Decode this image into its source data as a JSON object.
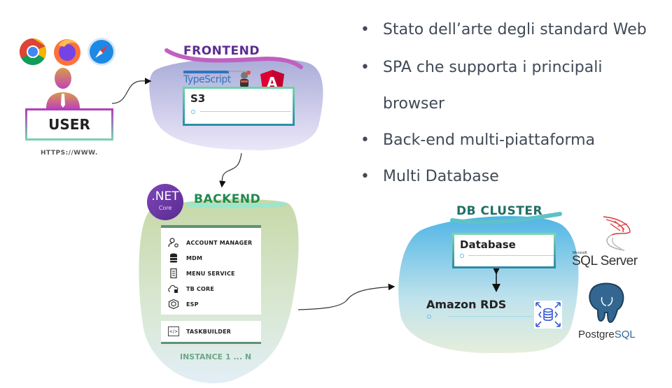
{
  "bullets": [
    {
      "text": "Stato dell’arte degli standard Web"
    },
    {
      "text": "SPA che supporta i principali"
    },
    {
      "text": "browser",
      "continuation": true
    },
    {
      "text": "Back-end multi-piattaforma"
    },
    {
      "text": "Multi Database"
    }
  ],
  "bullet_char": "•",
  "user": {
    "label": "USER",
    "url_hint": "HTTPS://WWW.",
    "browsers": [
      "chrome-icon",
      "firefox-icon",
      "safari-icon"
    ]
  },
  "frontend": {
    "title": "FRONTEND",
    "typescript_label": "TypeScript",
    "angular_letter": "A",
    "card_title": "S3"
  },
  "backend": {
    "title": "BACKEND",
    "dotnet_main": ".NET",
    "dotnet_sub": "Core",
    "services": [
      {
        "label": "ACCOUNT MANAGER",
        "icon": "account-manager-icon"
      },
      {
        "label": "MDM",
        "icon": "database-stack-icon"
      },
      {
        "label": "MENU SERVICE",
        "icon": "menu-service-icon"
      },
      {
        "label": "TB CORE",
        "icon": "cloud-icon"
      },
      {
        "label": "ESP",
        "icon": "cube-icon"
      }
    ],
    "taskbuilder": {
      "label": "TASKBUILDER",
      "icon_text": "</>"
    },
    "instance_label": "INSTANCE 1 ... N"
  },
  "db_cluster": {
    "title": "DB CLUSTER",
    "card_title": "Database",
    "rds_label": "Amazon RDS"
  },
  "vendors": {
    "sqlserver_small": "Microsoft",
    "sqlserver_main": "SQL Server",
    "postgres_a": "Postgre",
    "postgres_b": "SQL"
  },
  "colors": {
    "frontend_title": "#5b2d91",
    "backend_title": "#1f8a4f",
    "db_title": "#1f6f66",
    "bullet_text": "#404a57"
  }
}
